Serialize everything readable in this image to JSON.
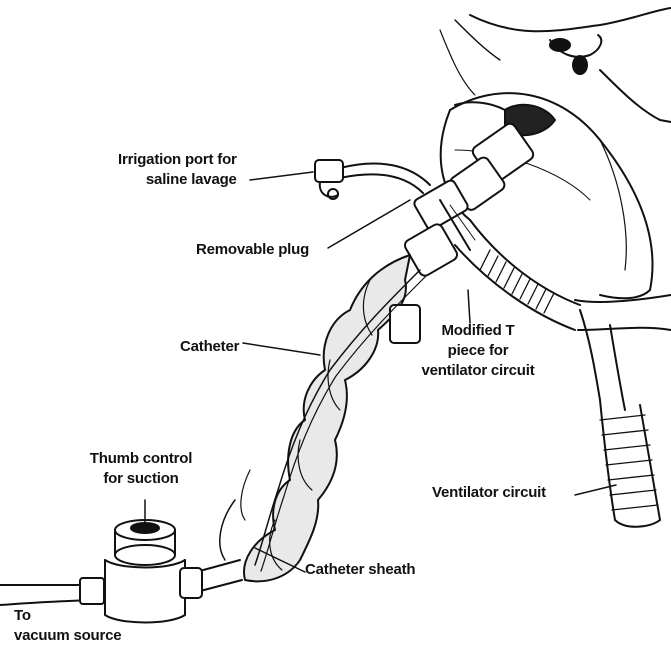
{
  "labels": {
    "irrigation_port": [
      "Irrigation port for",
      "saline lavage"
    ],
    "removable_plug": "Removable plug",
    "catheter": "Catheter",
    "modified_t_piece": [
      "Modified T",
      "piece for",
      "ventilator circuit"
    ],
    "thumb_control": [
      "Thumb control",
      "for suction"
    ],
    "ventilator_circuit": "Ventilator circuit",
    "catheter_sheath": "Catheter sheath",
    "vacuum_source": [
      "To",
      "vacuum source"
    ]
  },
  "colors": {
    "ink": "#111111",
    "paper": "#ffffff",
    "shade": "#d9d9d9"
  }
}
